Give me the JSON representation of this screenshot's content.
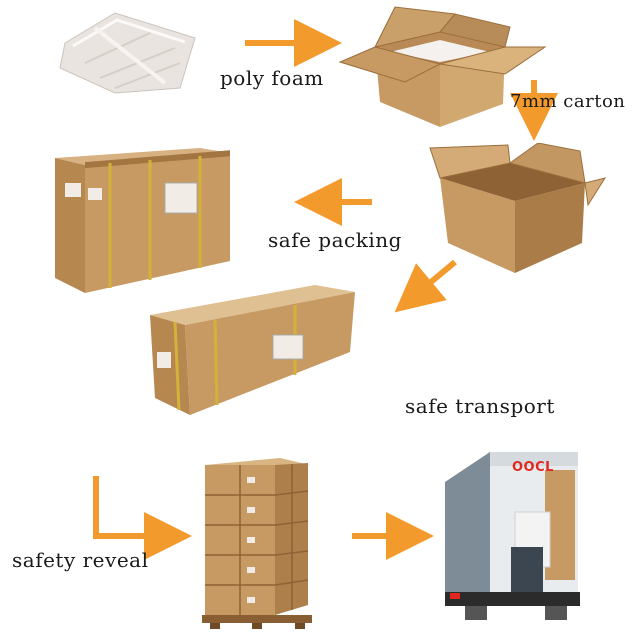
{
  "steps": {
    "poly_foam": "poly foam",
    "carton": "7mm carton",
    "safe_packing": "safe packing",
    "safe_transport": "safe transport",
    "safety_reveal": "safety reveal"
  },
  "truck_logo": "OOCL",
  "colors": {
    "arrow": "#f39a2c",
    "cardboard": "#c79a63",
    "cardboard_dark": "#9b6e3c",
    "strap": "#d4b23a",
    "truck_logo": "#e0281f"
  },
  "icons": [
    "poly-foam-bag-icon",
    "open-carton-icon",
    "crate-icon",
    "pallet-boxes-icon",
    "container-truck-icon"
  ]
}
